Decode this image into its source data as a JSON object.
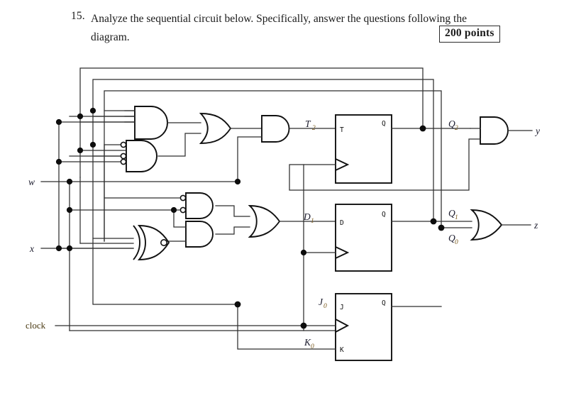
{
  "question": {
    "number": "15.",
    "text_line1": "Analyze the sequential circuit below.  Specifically, answer the questions following the",
    "text_line2": "diagram.",
    "points_label": "200 points"
  },
  "diagram": {
    "title": "sequential-circuit",
    "inputs": [
      {
        "id": "w",
        "label": "w"
      },
      {
        "id": "x",
        "label": "x"
      },
      {
        "id": "clock",
        "label": "clock"
      }
    ],
    "outputs": [
      {
        "id": "y",
        "label": "y"
      },
      {
        "id": "z",
        "label": "z"
      }
    ],
    "flipflops": [
      {
        "id": "ff-t2",
        "type": "T",
        "input_pin": "T",
        "output_pin": "Q",
        "input_signal": "T",
        "input_signal_sub": "2",
        "output_signal": "Q",
        "output_signal_sub": "2"
      },
      {
        "id": "ff-d1",
        "type": "D",
        "input_pin": "D",
        "output_pin": "Q",
        "input_signal": "D",
        "input_signal_sub": "1",
        "output_signal": "Q",
        "output_signal_sub": "1"
      },
      {
        "id": "ff-jk0",
        "type": "JK",
        "input_pin_j": "J",
        "input_pin_k": "K",
        "output_pin": "Q",
        "input_signal_j": "J",
        "input_signal_j_sub": "0",
        "input_signal_k": "K",
        "input_signal_k_sub": "0",
        "output_signal": "Q",
        "output_signal_sub": "0"
      }
    ],
    "gates": [
      {
        "id": "and-top",
        "type": "AND",
        "inputs": 3,
        "inverted_inputs": []
      },
      {
        "id": "and-bubbles",
        "type": "AND",
        "inputs": 3,
        "inverted_inputs": [
          0,
          1,
          2
        ]
      },
      {
        "id": "or-t2",
        "type": "OR",
        "inputs": 2,
        "inverted_inputs": []
      },
      {
        "id": "and-t2",
        "type": "AND",
        "inputs": 2,
        "inverted_inputs": []
      },
      {
        "id": "nand-mid",
        "type": "AND",
        "inputs": 2,
        "inverted_inputs": [
          0,
          1
        ]
      },
      {
        "id": "and-low",
        "type": "AND",
        "inputs": 2,
        "inverted_inputs": []
      },
      {
        "id": "xnor-left",
        "type": "XNOR",
        "inputs": 3,
        "inverted_inputs": []
      },
      {
        "id": "or-d1",
        "type": "OR",
        "inputs": 2,
        "inverted_inputs": []
      },
      {
        "id": "and-y",
        "type": "AND",
        "inputs": 2,
        "inverted_inputs": []
      },
      {
        "id": "or-z",
        "type": "OR",
        "inputs": 2,
        "inverted_inputs": []
      }
    ],
    "state_signals": [
      {
        "id": "Q2",
        "label": "Q",
        "sub": "2"
      },
      {
        "id": "Q1",
        "label": "Q",
        "sub": "1"
      },
      {
        "id": "Q0",
        "label": "Q",
        "sub": "0"
      }
    ],
    "colors": {
      "wire": "#2f2f2f",
      "gate_outline": "#111111",
      "signal_label": "#1c1c2e",
      "subscript": "#7a5a1e",
      "background": "#ffffff"
    }
  }
}
